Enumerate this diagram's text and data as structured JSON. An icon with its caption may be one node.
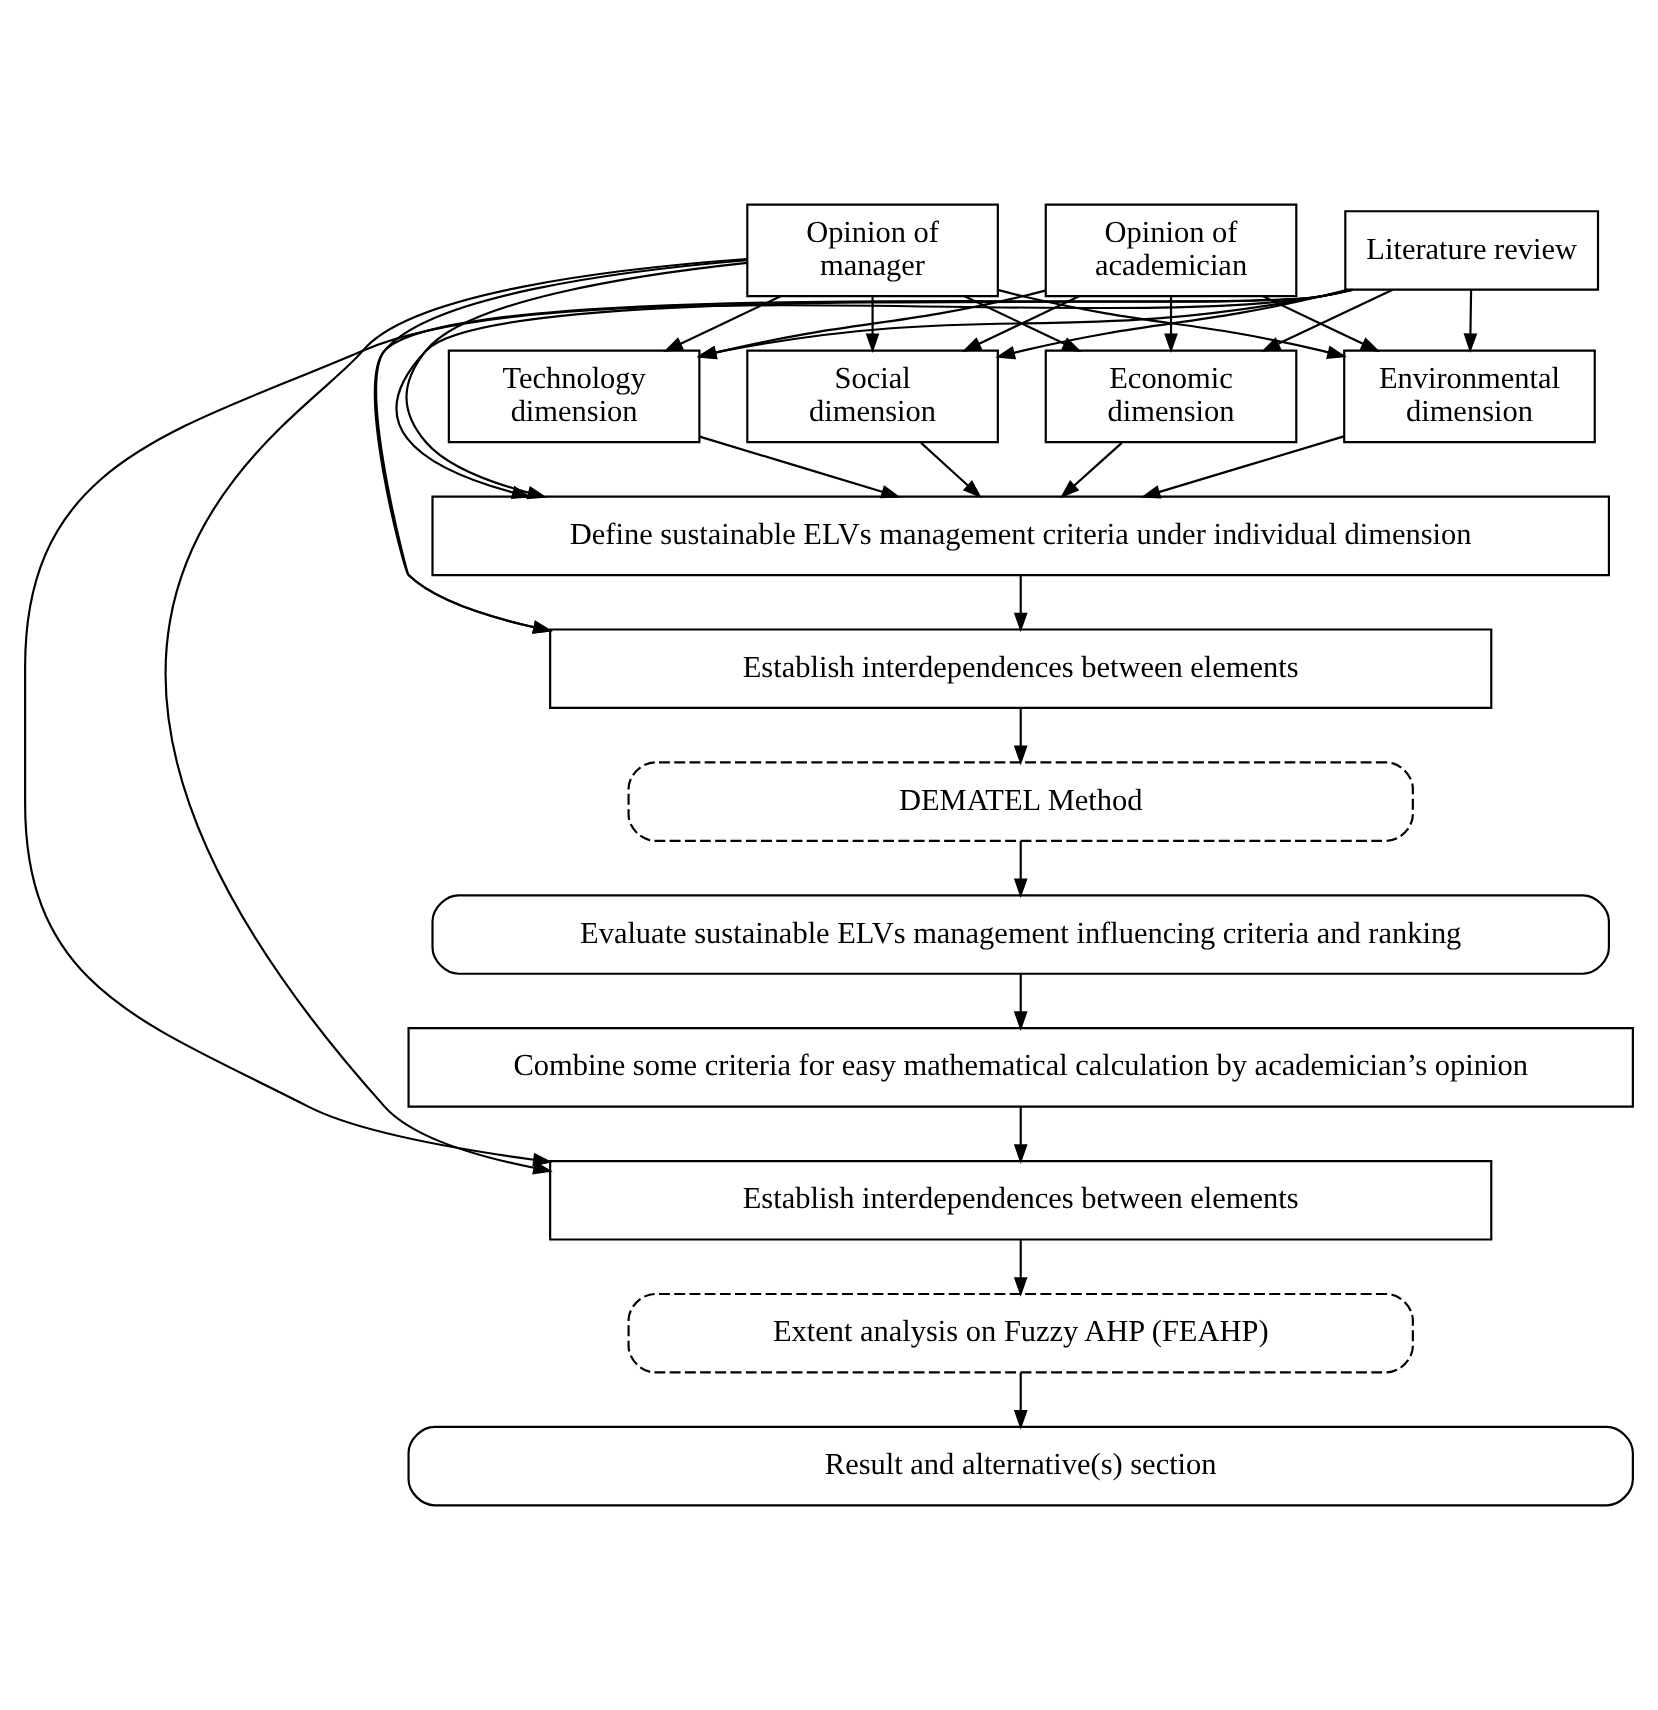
{
  "diagram": {
    "nodes": [
      {
        "text": [
          "Literature review"
        ]
      },
      {
        "text": [
          "Opinion of academician"
        ]
      },
      {
        "text": [
          "Opinion of manager"
        ]
      },
      {
        "text": [
          "Economic dimension"
        ]
      },
      {
        "text": [
          "Environmental dimension"
        ]
      },
      {
        "text": [
          "Social dimension"
        ]
      },
      {
        "text": [
          "Technology dimension"
        ]
      },
      {
        "text": [
          "Define sustainable ELVs management criteria under individual dimension"
        ]
      },
      {
        "text": [
          "Establish interdependences between elements"
        ]
      },
      {
        "text": [
          "DEMATEL Method"
        ]
      },
      {
        "text": [
          "Evaluate sustainable ELVs management influencing criteria and ranking"
        ]
      },
      {
        "text": [
          "Combine some criteria for easy mathematical calculation by academician’s opinion"
        ]
      },
      {
        "text": [
          "Establish interdependences between elements"
        ]
      },
      {
        "text": [
          "Extent analysis on Fuzzy AHP (FEAHP)"
        ]
      },
      {
        "text": [
          "Result and alternative(s) section"
        ]
      }
    ],
    "edges": [
      {
        "from": 0,
        "to": 3,
        "arrow": "to"
      },
      {
        "from": 0,
        "to": 4,
        "arrow": "to"
      },
      {
        "from": 0,
        "to": 5,
        "arrow": "to"
      },
      {
        "from": 0,
        "to": 6,
        "arrow": "to"
      },
      {
        "from": 1,
        "to": 3,
        "arrow": "to"
      },
      {
        "from": 1,
        "to": 4,
        "arrow": "to"
      },
      {
        "from": 1,
        "to": 5,
        "arrow": "to"
      },
      {
        "from": 1,
        "to": 6,
        "arrow": "to"
      },
      {
        "from": 2,
        "to": 3,
        "arrow": "to"
      },
      {
        "from": 2,
        "to": 4,
        "arrow": "to"
      },
      {
        "from": 2,
        "to": 5,
        "arrow": "to"
      },
      {
        "from": 2,
        "to": 6,
        "arrow": "to"
      },
      {
        "from": 3,
        "to": 7,
        "arrow": "to"
      },
      {
        "from": 4,
        "to": 7,
        "arrow": "to"
      },
      {
        "from": 5,
        "to": 7,
        "arrow": "to"
      },
      {
        "from": 6,
        "to": 7,
        "arrow": "to"
      },
      {
        "from": 0,
        "to": 7,
        "arrow": "to"
      },
      {
        "from": 0,
        "to": 8,
        "arrow": "to"
      },
      {
        "from": 0,
        "to": 12,
        "arrow": "to"
      },
      {
        "from": 2,
        "to": 7,
        "arrow": "to"
      },
      {
        "from": 2,
        "to": 8,
        "arrow": "to"
      },
      {
        "from": 2,
        "to": 12,
        "arrow": "to"
      },
      {
        "from": 7,
        "to": 8,
        "arrow": "to"
      },
      {
        "from": 8,
        "to": 9,
        "arrow": "to"
      },
      {
        "from": 9,
        "to": 10,
        "arrow": "to"
      },
      {
        "from": 10,
        "to": 11,
        "arrow": "to"
      },
      {
        "from": 11,
        "to": 12,
        "arrow": "to"
      },
      {
        "from": 12,
        "to": 13,
        "arrow": "to"
      },
      {
        "from": 13,
        "to": 14,
        "arrow": "to"
      }
    ]
  }
}
